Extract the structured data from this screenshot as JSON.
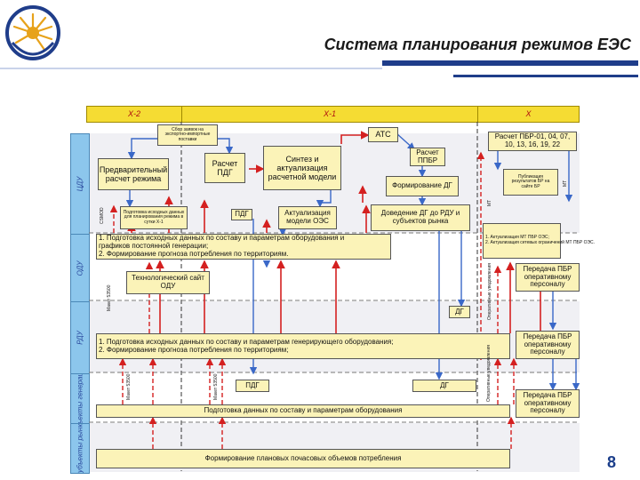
{
  "header": {
    "title": "Система планирования режимов ЕЭС",
    "page_number": "8"
  },
  "phases": [
    "Х-2",
    "Х-1",
    "Х"
  ],
  "lanes": [
    "ЦДУ",
    "ОДУ",
    "РДУ",
    "Объекты генерации",
    "Субъекты рынка"
  ],
  "boxes": {
    "zayavki": "Сбор заявок на экспортно-импортные поставки",
    "prelim": "Предварительный расчет режима",
    "raschet_pdg": "Расчет ПДГ",
    "sintez": "Синтез и актуализация расчетной модели",
    "ats": "АТС",
    "raschet_ppbr": "Расчет ППБР",
    "formirovanie_dg": "Формирование ДГ",
    "raschet_pbr": "Расчет ПБР-01, 04, 07, 10, 13, 16, 19, 22",
    "publikaciya": "Публикация результатов БР на сайте БР",
    "podgotovka_isx": "Подготовка исходных данных для планирования режима в сутки Х-1",
    "pdg_cdu": "ПДГ",
    "aktualizaciya_oes": "Актуализация модели ОЭС",
    "dovedenie_dg": "Доведение ДГ до РДУ и субъектов рынка",
    "aktual_mt": [
      "1. Актуализация МТ ПБР ОЭС;",
      "2. Актуализация сетевых ограничений МТ ПБР ОЭС."
    ],
    "odu_block": [
      "1. Подготовка исходных данных по составу и параметрам оборудования и",
      "    графиков постоянной генерации;",
      "2. Формирование прогноза потребления по территориям."
    ],
    "tech_site": "Технологический сайт ОДУ",
    "peredacha_odu": "Передача ПБР оперативному персоналу",
    "dg_odu": "ДГ",
    "rdu_block": [
      "1. Подготовка исходных данных по составу и параметрам генерирующего оборудования;",
      "2. Формирование прогноза потребления по территориям;"
    ],
    "peredacha_rdu": "Передача ПБР оперативному персоналу",
    "pdg_gen": "ПДГ",
    "dg_gen": "ДГ",
    "peredacha_gen": "Передача ПБР оперативному персоналу",
    "gen_block": "Подготовка данных по составу и параметрам оборудования",
    "subj_block": "Формирование плановых почасовых объемов потребления"
  },
  "side_labels": {
    "csmod": "CSMOD",
    "mt1": "МТ",
    "mt2": "МТ",
    "maket_1": "Макет 53500",
    "oper_1": "Оперативные уведомления",
    "maket_2": "Макет 53500",
    "maket_3": "Макет 53500",
    "oper_2": "Оперативные уведомления"
  },
  "colors": {
    "phase_fill": "#f5dc33",
    "box_fill": "#fbf3b8",
    "lane_fill": "#8cc6ec",
    "arrow_red": "#d42020",
    "arrow_blue": "#3a68c8",
    "header_bar": "#1f3d8a"
  }
}
